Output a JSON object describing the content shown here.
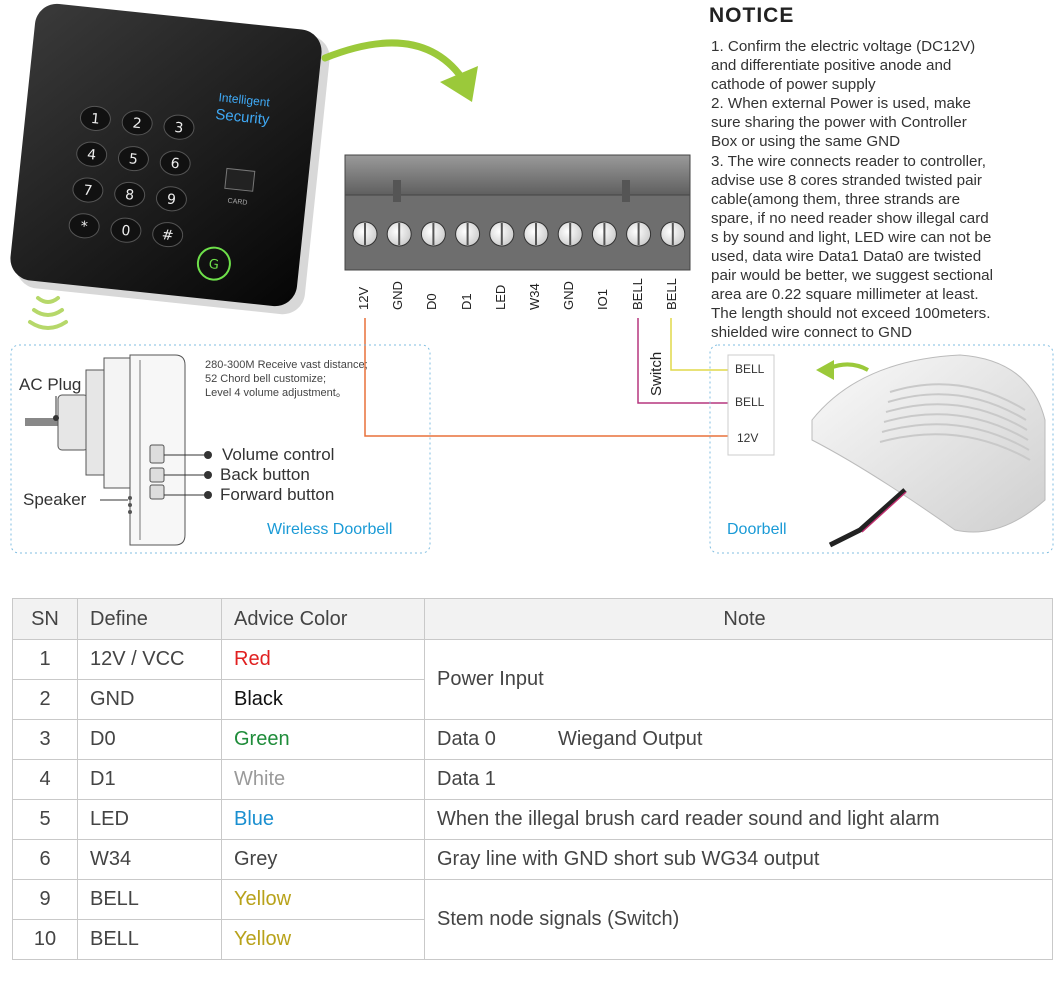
{
  "notice": {
    "title": "NOTICE",
    "lines": [
      "1. Confirm the electric voltage (DC12V)",
      "and differentiate positive anode and",
      "cathode of power supply",
      "2. When external Power is used, make",
      "sure sharing the power with Controller",
      "Box or using the same GND",
      "3. The wire connects reader to controller,",
      "advise use 8 cores stranded twisted pair",
      "cable(among them, three strands are",
      "spare, if no need reader show illegal card",
      "s by sound and light, LED wire can not be",
      "used, data wire  Data1 Data0 are twisted",
      "pair would be better, we suggest sectional",
      "area are 0.22 square millimeter at least.",
      "The length should not exceed 100meters.",
      "shielded wire connect to GND"
    ]
  },
  "reader": {
    "brand_line1": "Intelligent",
    "brand_line2": "Security",
    "keys": [
      "1",
      "2",
      "3",
      "4",
      "5",
      "6",
      "7",
      "8",
      "9",
      "*",
      "0",
      "#"
    ],
    "card_label": "CARD"
  },
  "terminal": {
    "pins": [
      "12V",
      "GND",
      "D0",
      "D1",
      "LED",
      "W34",
      "GND",
      "IO1",
      "BELL",
      "BELL"
    ],
    "switch_label": "Switch"
  },
  "wireless_doorbell": {
    "specs": [
      "280-300M Receive vast distance;",
      "52 Chord bell customize;",
      "Level 4 volume adjustment。"
    ],
    "ac_plug": "AC Plug",
    "speaker": "Speaker",
    "volume": "Volume control",
    "back": "Back button",
    "forward": "Forward button",
    "caption": "Wireless Doorbell"
  },
  "doorbell": {
    "terminals": [
      "BELL",
      "BELL",
      "12V"
    ],
    "caption": "Doorbell"
  },
  "colors": {
    "wire_12v": "#e8703a",
    "wire_bell_switch": "#b5367f",
    "wire_bell": "#e0d84a",
    "caption_blue": "#1a9ad6",
    "arrow_green": "#9bc93a"
  },
  "table": {
    "headers": [
      "SN",
      "Define",
      "Advice Color",
      "Note"
    ],
    "rows": [
      {
        "sn": "1",
        "define": "12V  /  VCC",
        "color": "Red",
        "color_hex": "#e02020"
      },
      {
        "sn": "2",
        "define": "GND",
        "color": "Black",
        "color_hex": "#111111"
      },
      {
        "sn": "3",
        "define": "D0",
        "color": "Green",
        "color_hex": "#1f8c3a"
      },
      {
        "sn": "4",
        "define": "D1",
        "color": "White",
        "color_hex": "#9a9a9a"
      },
      {
        "sn": "5",
        "define": "LED",
        "color": "Blue",
        "color_hex": "#1a8fd0"
      },
      {
        "sn": "6",
        "define": "W34",
        "color": "Grey",
        "color_hex": "#444444"
      },
      {
        "sn": "9",
        "define": "BELL",
        "color": "Yellow",
        "color_hex": "#b8a21a"
      },
      {
        "sn": "10",
        "define": "BELL",
        "color": "Yellow",
        "color_hex": "#b8a21a"
      }
    ],
    "notes": {
      "power": "Power Input",
      "data0": "Data 0",
      "wiegand": "Wiegand  Output",
      "data1": "Data 1",
      "led": "When the illegal brush card reader sound and light alarm",
      "w34": "Gray line with GND short sub WG34 output",
      "bell": "Stem node signals (Switch)"
    }
  }
}
